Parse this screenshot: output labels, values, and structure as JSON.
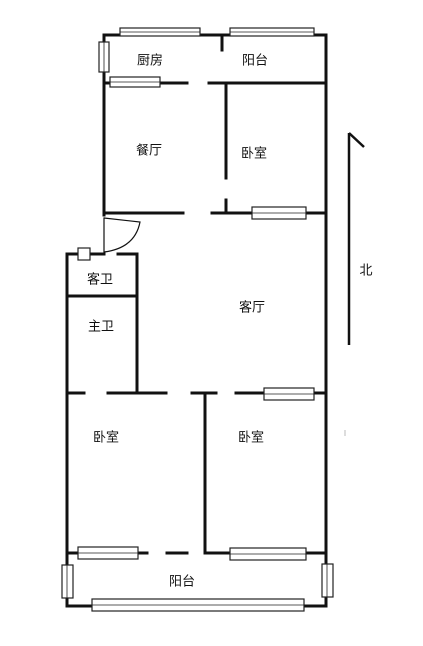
{
  "rooms": {
    "kitchen": "厨房",
    "balcony_top": "阳台",
    "dining": "餐厅",
    "bedroom_ne": "卧室",
    "guest_bath": "客卫",
    "living": "客厅",
    "master_bath": "主卫",
    "bedroom_sw": "卧室",
    "bedroom_se": "卧室",
    "balcony_bottom": "阳台"
  },
  "compass": {
    "north_label": "北"
  }
}
